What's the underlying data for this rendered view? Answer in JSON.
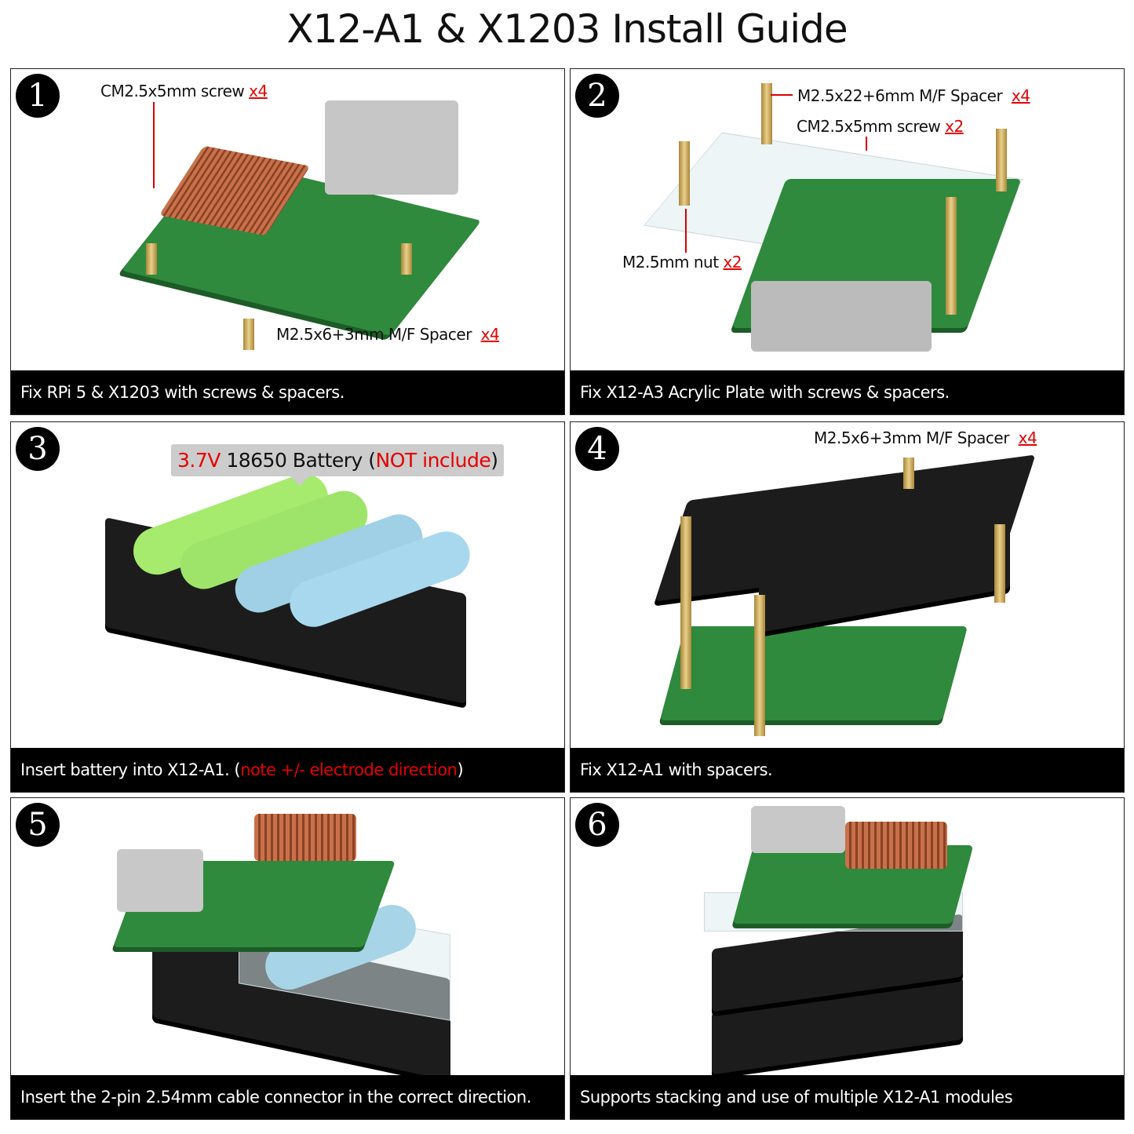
{
  "title": "X12-A1 & X1203 Install Guide",
  "steps": [
    {
      "number": "1",
      "caption": "Fix RPi 5 & X1203 with screws & spacers.",
      "labels": [
        {
          "text": "CM2.5x5mm screw",
          "qty": "x4"
        },
        {
          "text": "M2.5x6+3mm M/F Spacer",
          "qty": "x4"
        }
      ]
    },
    {
      "number": "2",
      "caption": "Fix X12-A3 Acrylic Plate with screws & spacers.",
      "labels": [
        {
          "text": "M2.5x22+6mm M/F Spacer",
          "qty": "x4"
        },
        {
          "text": "CM2.5x5mm screw",
          "qty": "x2"
        },
        {
          "text": "M2.5mm nut",
          "qty": "x2"
        }
      ]
    },
    {
      "number": "3",
      "caption_prefix": "Insert battery into X12-A1. (",
      "caption_note": "note +/- electrode direction",
      "caption_suffix": ")",
      "bubble": {
        "voltage": "3.7V",
        "text": " 18650 Battery (",
        "note": "NOT include",
        "close": ")"
      }
    },
    {
      "number": "4",
      "caption": "Fix X12-A1 with spacers.",
      "labels": [
        {
          "text": "M2.5x6+3mm M/F Spacer",
          "qty": "x4"
        }
      ]
    },
    {
      "number": "5",
      "caption": "Insert the 2-pin 2.54mm cable connector in the correct direction."
    },
    {
      "number": "6",
      "caption": "Supports stacking and use of multiple X12-A1 modules"
    }
  ],
  "colors": {
    "accent": "#e60000",
    "caption_bg": "#000000"
  }
}
